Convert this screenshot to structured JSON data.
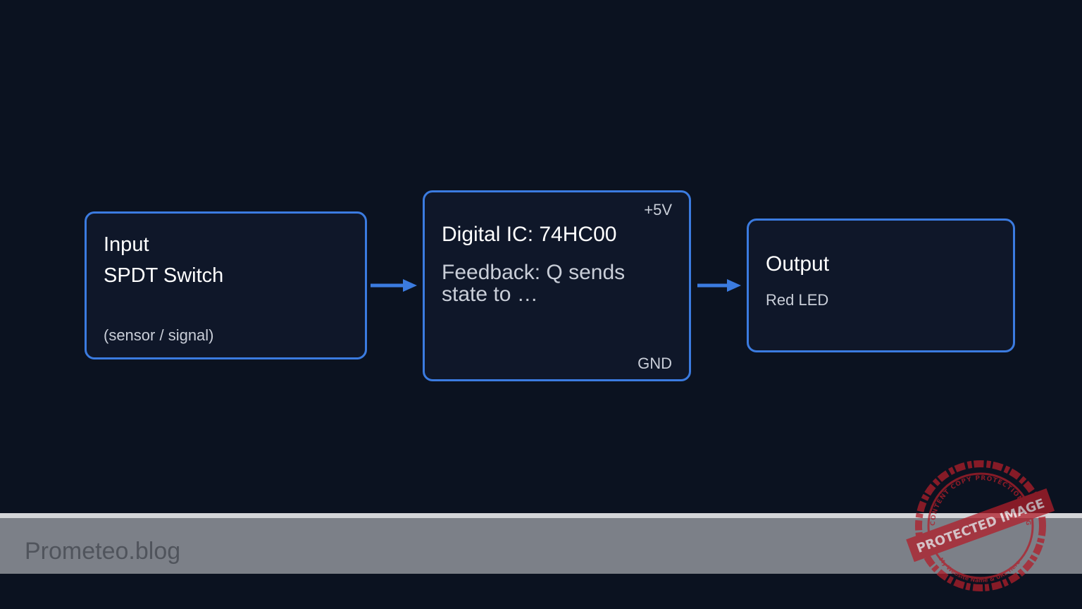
{
  "input_block": {
    "title": "Input",
    "component": "SPDT Switch",
    "note": "(sensor / signal)"
  },
  "ic_block": {
    "title": "Digital IC: 74HC00",
    "feedback_line1": "Feedback: Q sends",
    "feedback_line2": "state to …",
    "power_label": "+5V",
    "ground_label": "GND"
  },
  "output_block": {
    "title": "Output",
    "component": "Red LED"
  },
  "footer": {
    "brand": "Prometeo.blog"
  },
  "watermark": {
    "main_text": "PROTECTED IMAGE",
    "ring_text": "CONTENT COPY PROTECTION PLUGIN",
    "bottom_text": "My Website Name & URL Here"
  },
  "colors": {
    "background": "#0b1220",
    "block_fill": "#0f1729",
    "block_border": "#3b7be0",
    "arrow": "#3b7be0",
    "footer_bar": "#7c8088",
    "stamp_red": "#b01e2a"
  }
}
